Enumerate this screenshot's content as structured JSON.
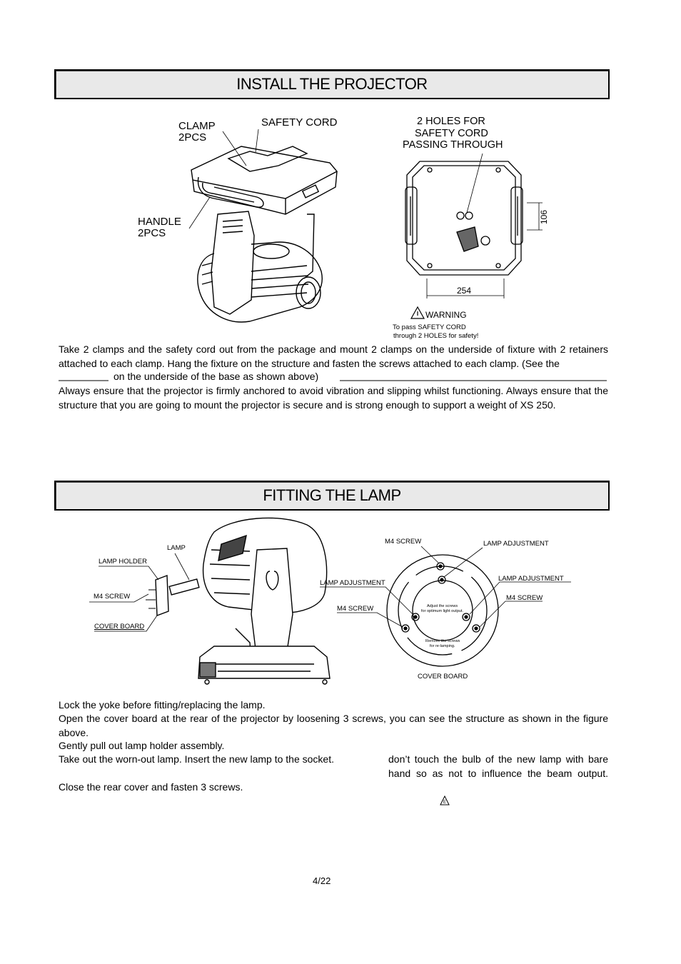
{
  "section1": {
    "title": "INSTALL THE PROJECTOR",
    "labels": {
      "clamp": "CLAMP",
      "clamp_qty": "2PCS",
      "safety_cord": "SAFETY CORD",
      "handle": "HANDLE",
      "handle_qty": "2PCS",
      "holes_line1": "2 HOLES FOR",
      "holes_line2": "SAFETY CORD",
      "holes_line3": "PASSING THROUGH",
      "dim_height": "106",
      "dim_width": "254",
      "warning": "WARNING",
      "warning_note1": "To pass  SAFETY CORD",
      "warning_note2": "through 2 HOLES for safety!"
    },
    "para1": "Take 2 clamps and the safety cord out from the package and mount 2 clamps on the underside of fixture with 2 retainers attached to each clamp. Hang the fixture on the structure and fasten the screws attached to each clamp. (See the",
    "para1_tail": "on the underside of the base as shown above)",
    "para2": "Always ensure that the projector is firmly anchored to avoid vibration and slipping whilst functioning. Always ensure that the structure that you are going to mount the projector is secure and is strong enough to support a weight of XS 250."
  },
  "section2": {
    "title": "FITTING THE LAMP",
    "labels": {
      "lamp": "LAMP",
      "lamp_holder": "LAMP HOLDER",
      "m4_screw_left": "M4 SCREW",
      "cover_board_left": "COVER BOARD",
      "m4_screw_top": "M4 SCREW",
      "lamp_adjustment_top": "LAMP ADJUSTMENT",
      "lamp_adjustment_left": "LAMP ADJUSTMENT",
      "lamp_adjustment_right": "LAMP ADJUSTMENT",
      "m4_screw_mid_left": "M4 SCREW",
      "m4_screw_mid_right": "M4 SCREW",
      "inner_note1_a": "Adjust the screws",
      "inner_note1_b": "for optimum light output.",
      "inner_note2_a": "Remove the screws",
      "inner_note2_b": "for re-lamping.",
      "cover_board_bottom": "COVER BOARD"
    },
    "steps": [
      "Lock the yoke before fitting/replacing the lamp.",
      "Open the cover board at the rear of the projector by loosening 3 screws, you can see the structure as shown in the figure above.",
      "Gently pull out lamp holder assembly."
    ],
    "step4_a": "Take out the worn-out lamp. Insert the new lamp to the socket.",
    "step4_b": "don’t touch the bulb of the new lamp with bare hand so as not to influence the beam output.",
    "step5": "Close the rear cover and fasten 3 screws.",
    "warning_mark": "E"
  },
  "page_number": "4/22"
}
